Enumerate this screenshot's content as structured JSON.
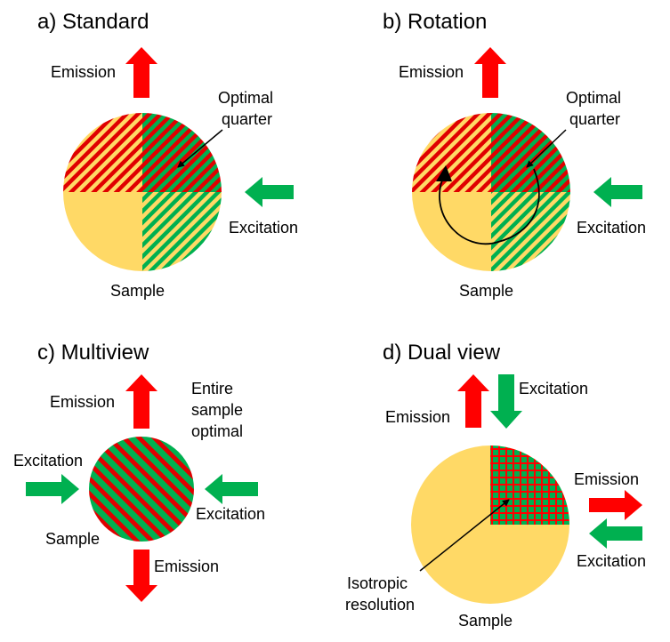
{
  "colors": {
    "red": "#ff0000",
    "dark_red": "#e00000",
    "green": "#00b050",
    "yellow": "#ffd966",
    "white": "#ffffff",
    "black": "#000000"
  },
  "panels": {
    "a": {
      "title": "a) Standard",
      "emission": "Emission",
      "excitation": "Excitation",
      "optimal_line1": "Optimal",
      "optimal_line2": "quarter",
      "sample": "Sample"
    },
    "b": {
      "title": "b) Rotation",
      "emission": "Emission",
      "excitation": "Excitation",
      "optimal_line1": "Optimal",
      "optimal_line2": "quarter",
      "sample": "Sample"
    },
    "c": {
      "title": "c) Multiview",
      "emission_top": "Emission",
      "emission_bottom": "Emission",
      "excitation_left": "Excitation",
      "excitation_right": "Excitation",
      "note_line1": "Entire",
      "note_line2": "sample",
      "note_line3": "optimal",
      "sample": "Sample"
    },
    "d": {
      "title": "d) Dual view",
      "emission_top": "Emission",
      "excitation_top": "Excitation",
      "emission_right": "Emission",
      "excitation_right": "Excitation",
      "iso_line1": "Isotropic",
      "iso_line2": "resolution",
      "sample": "Sample"
    }
  }
}
